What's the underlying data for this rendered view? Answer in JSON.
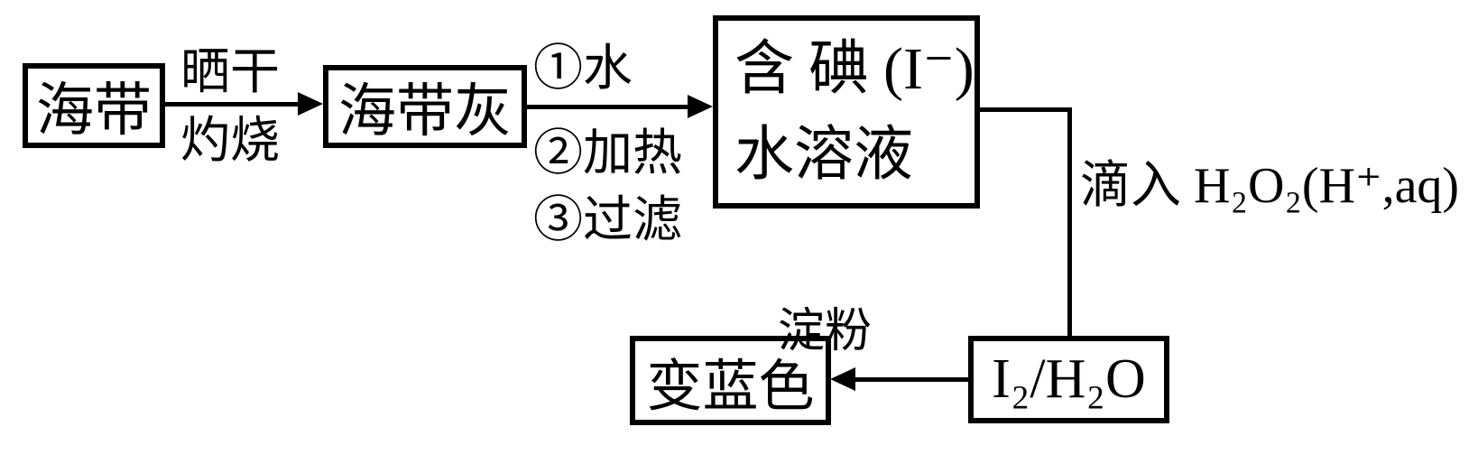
{
  "diagram": {
    "description": "Flowchart of iodine extraction from kelp",
    "colors": {
      "stroke": "#000000",
      "background": "#ffffff"
    },
    "nodes": {
      "kelp": {
        "label": "海带"
      },
      "kelp_ash": {
        "label": "海带灰"
      },
      "iodide_solution": {
        "line1": "含 碘 (I⁻)",
        "line2": "水溶液"
      },
      "iodine_water": {
        "label": "I₂/H₂O"
      },
      "turns_blue": {
        "label": "变蓝色"
      }
    },
    "edges": {
      "kelp_to_ash": {
        "label_top": "晒干",
        "label_bottom": "灼烧"
      },
      "ash_to_solution": {
        "step1": "①水",
        "step2": "②加热",
        "step3": "③过滤"
      },
      "solution_to_iodine": {
        "label": "滴入 H₂O₂(H⁺,aq)"
      },
      "iodine_to_blue": {
        "label": "淀粉"
      }
    }
  }
}
